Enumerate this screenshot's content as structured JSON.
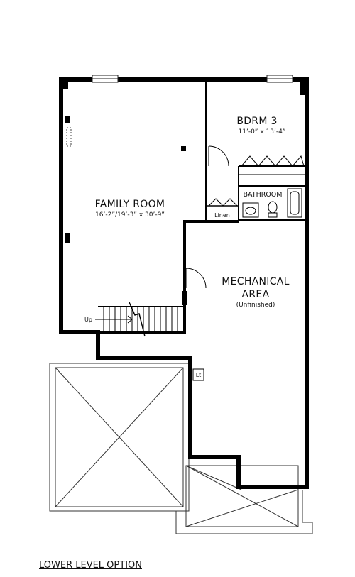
{
  "rooms": {
    "family_room": {
      "name": "FAMILY ROOM",
      "dims": "16’-2”/19’-3” x 30’-9”"
    },
    "bedroom": {
      "name": "BDRM 3",
      "dims": "11’-0” x 13’-4”"
    },
    "bathroom": {
      "name": "BATHROOM"
    },
    "linen": {
      "name": "Linen"
    },
    "mechanical": {
      "name_line1": "MECHANICAL",
      "name_line2": "AREA",
      "note": "(Unfinished)"
    }
  },
  "labels": {
    "stair_up": "Up",
    "light": "Lt"
  },
  "caption": "LOWER LEVEL OPTION"
}
